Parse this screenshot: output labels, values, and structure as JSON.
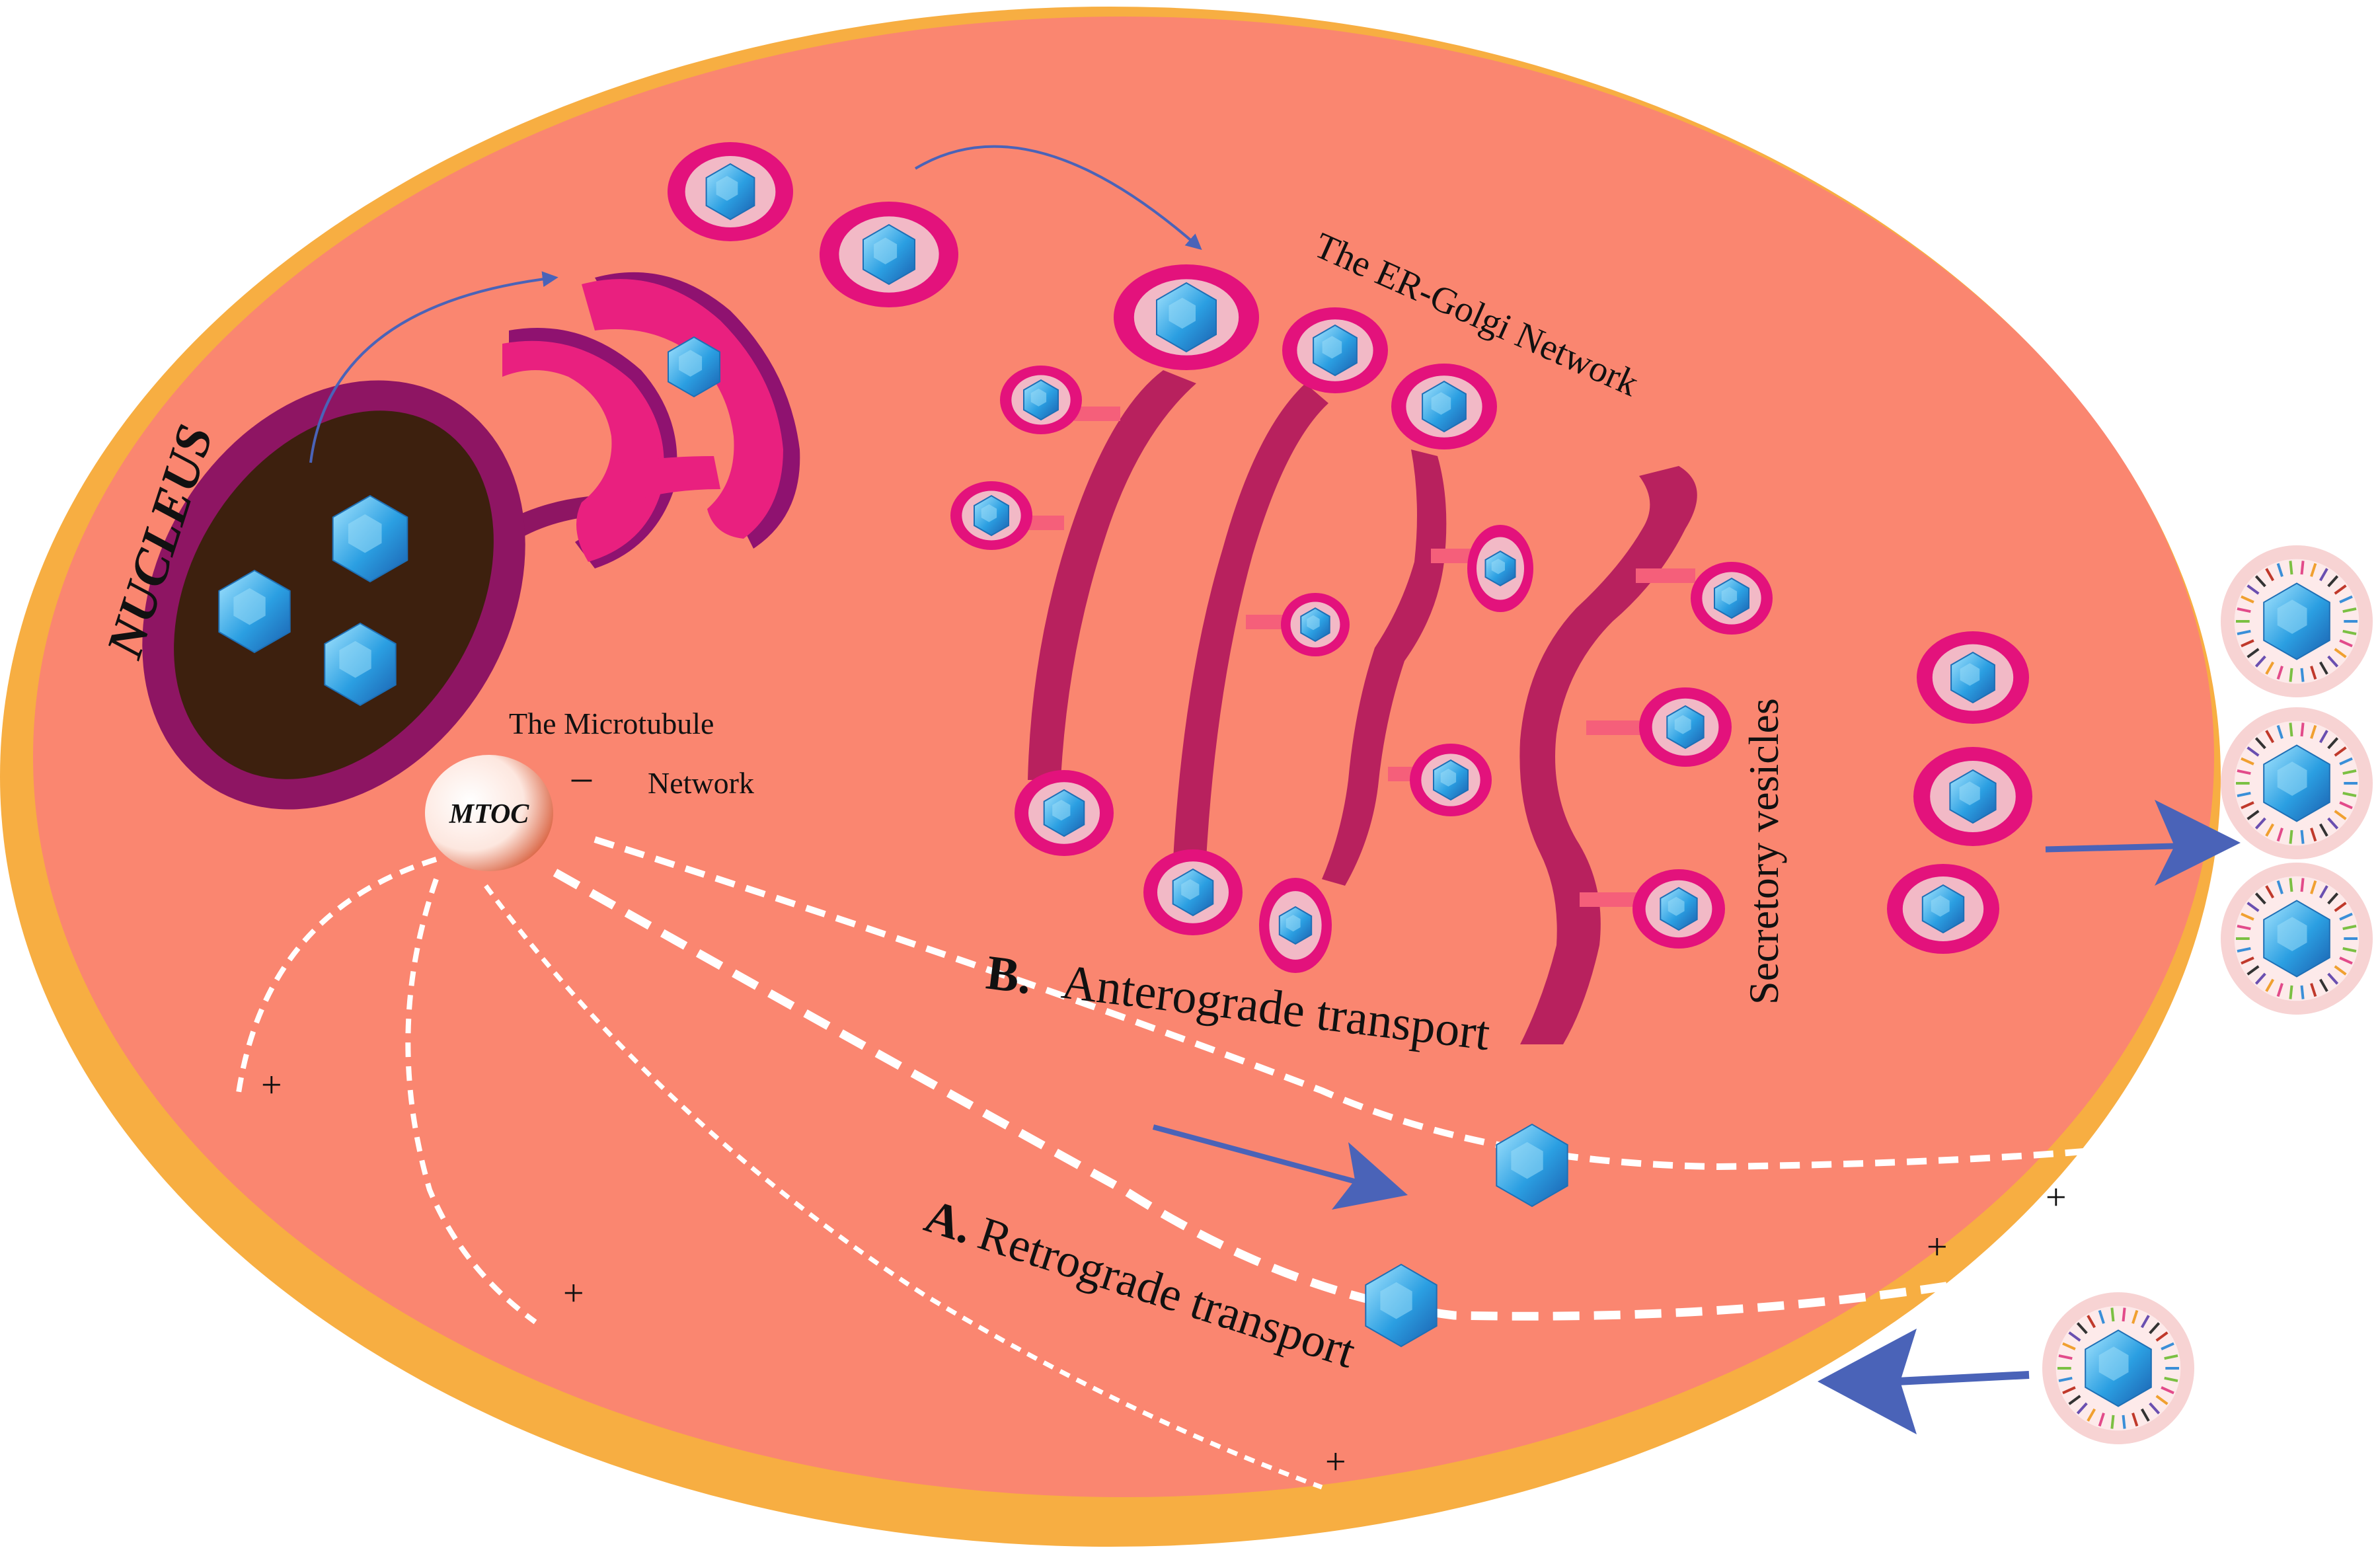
{
  "labels": {
    "nucleus": "NUCLEUS",
    "er_golgi": "The ER-Golgi Network",
    "microtubule_line1": "The Microtubule",
    "microtubule_line2": "Network",
    "mtoc": "MTOC",
    "minus_sign": "–",
    "secretory": "Secretory vesicles",
    "anterograde_letter": "B.",
    "anterograde_text": "Anterograde transport",
    "retrograde_letter": "A.",
    "retrograde_text": "Retrograde transport",
    "plus_sign": "+"
  },
  "colors": {
    "cell_membrane": "#F7AE42",
    "cytoplasm": "#FA8670",
    "nucleus_outer": "#8E1563",
    "nucleus_inner": "#3D200E",
    "golgi_magenta": "#E9207F",
    "golgi_dark": "#8F1270",
    "er_stack": "#B8215E",
    "vesicle_ring": "#E3127C",
    "vesicle_inner": "#F2B9C6",
    "virus_blue": "#2A9CE0",
    "virus_light": "#9BDDF8",
    "arrow_blue": "#4A63B8",
    "virion_halo": "#F7D3D3"
  }
}
